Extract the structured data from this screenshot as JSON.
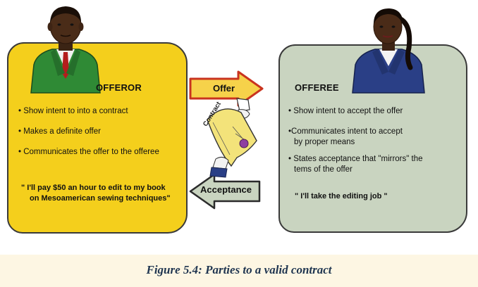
{
  "offeror": {
    "role": "OFFEROR",
    "points": [
      "• Show intent to into a contract",
      "• Makes a definite offer",
      "• Communicates the offer to the offeree"
    ],
    "quote_line1": "\" I'll pay $50 an hour to edit to my book",
    "quote_line2": "on Mesoamerican sewing techniques\""
  },
  "offeree": {
    "role": "OFFEREE",
    "point1": "• Show intent to accept the offer",
    "point2_line1": "•Communicates intent to accept",
    "point2_line2": "by proper means",
    "point3_line1": "• States acceptance that \"mirrors\" the",
    "point3_line2": "tems of the offer",
    "quote": "\" I'll take the editing job \""
  },
  "arrows": {
    "offer": "Offer",
    "acceptance": "Acceptance"
  },
  "contract_label": "Contract",
  "caption": "Figure 5.4: Parties to a valid contract",
  "colors": {
    "offeror_box": "#f4cf1c",
    "offeree_box": "#c9d4c0",
    "arrow_fill": "#f6d24a",
    "caption_text": "#1f3550"
  },
  "icons": {
    "offeror": "man-in-green-suit-icon",
    "offeree": "woman-in-blue-suit-icon",
    "contract": "contract-document-handover-icon"
  }
}
